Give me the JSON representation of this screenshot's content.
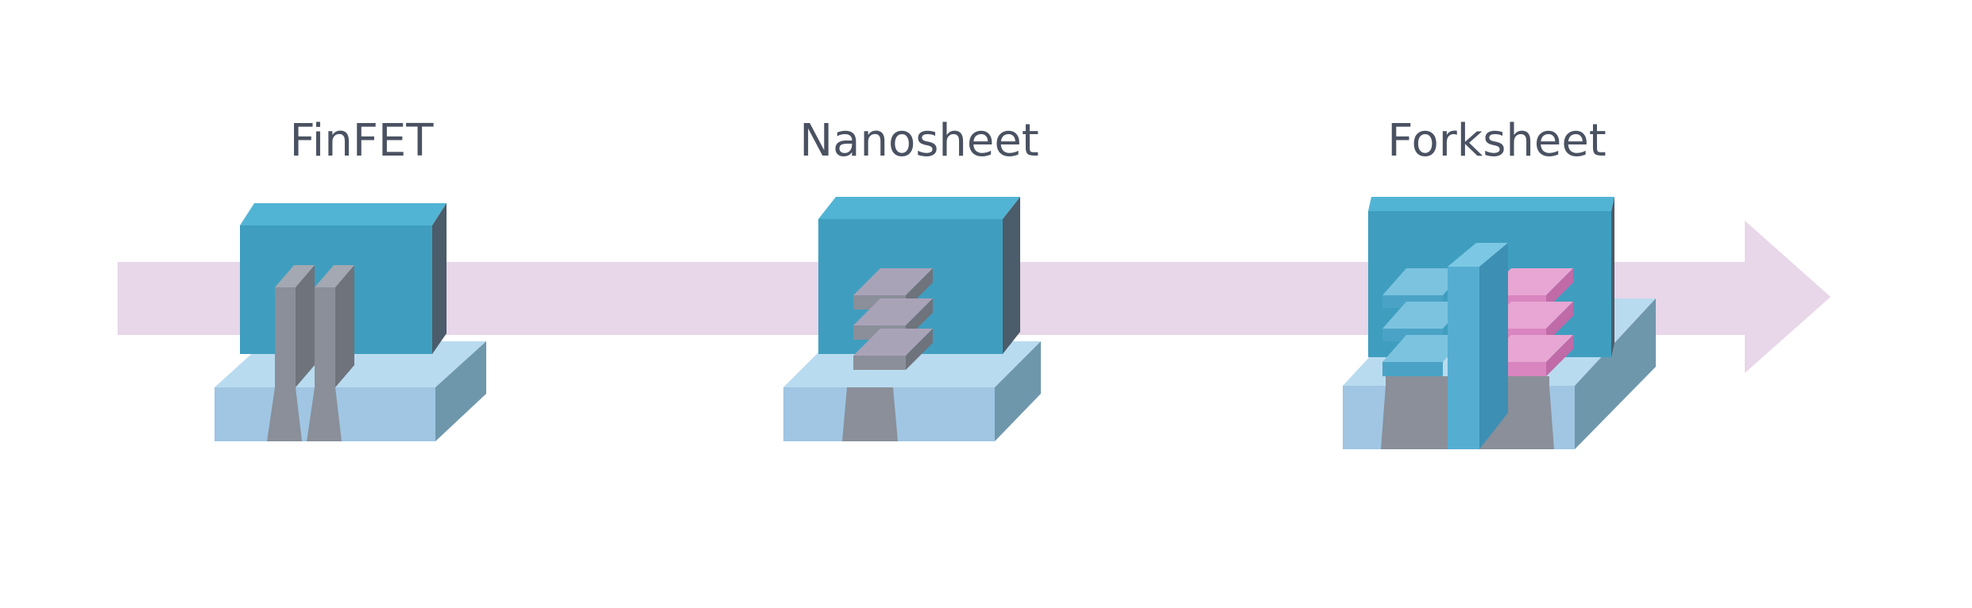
{
  "diagram": {
    "devices": [
      {
        "id": "finfet",
        "label": "FinFET"
      },
      {
        "id": "nanosheet",
        "label": "Nanosheet"
      },
      {
        "id": "forksheet",
        "label": "Forksheet"
      }
    ]
  },
  "colors": {
    "arrow": "#e8d6e9",
    "gate_front": "#3f9ebf",
    "gate_top": "#52b4d4",
    "gate_side": "#4b5c6a",
    "substrate_front": "#a0c6e3",
    "substrate_top": "#b9dbef",
    "substrate_side": "#6f97ab",
    "channel_gray": "#8a8f99",
    "channel_gray_light": "#a3a8b2",
    "channel_gray_dark": "#6e737c",
    "nanosheet_top": "#a9a3b8",
    "pmos_pink": "#d985c0",
    "pmos_pink_light": "#e7a6d3",
    "dielectric_wall": "#55aed2"
  }
}
